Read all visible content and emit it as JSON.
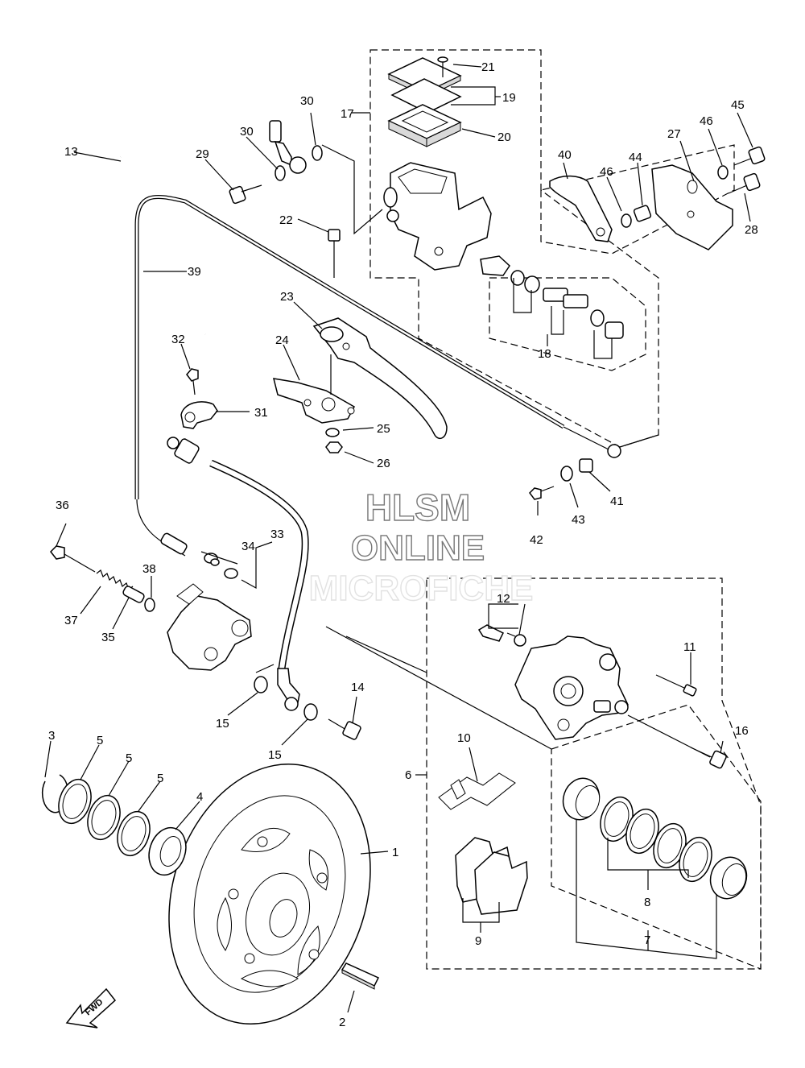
{
  "watermark": {
    "line1": "HLSM",
    "line2": "ONLINE",
    "line3": "MICROFICHE"
  },
  "fwd_label": "FWD",
  "labels": {
    "l1": "1",
    "l2": "2",
    "l3": "3",
    "l4": "4",
    "l5a": "5",
    "l5b": "5",
    "l5c": "5",
    "l6": "6",
    "l7": "7",
    "l8": "8",
    "l9": "9",
    "l10": "10",
    "l11": "11",
    "l12": "12",
    "l13": "13",
    "l14": "14",
    "l15a": "15",
    "l15b": "15",
    "l16": "16",
    "l17": "17",
    "l18": "18",
    "l19": "19",
    "l20": "20",
    "l21": "21",
    "l22": "22",
    "l23": "23",
    "l24": "24",
    "l25": "25",
    "l26": "26",
    "l27": "27",
    "l28": "28",
    "l29": "29",
    "l30a": "30",
    "l30b": "30",
    "l31": "31",
    "l32": "32",
    "l33": "33",
    "l34": "34",
    "l35": "35",
    "l36": "36",
    "l37": "37",
    "l38": "38",
    "l39": "39",
    "l40": "40",
    "l41": "41",
    "l42": "42",
    "l43": "43",
    "l44": "44",
    "l45": "45",
    "l46a": "46",
    "l46b": "46"
  }
}
